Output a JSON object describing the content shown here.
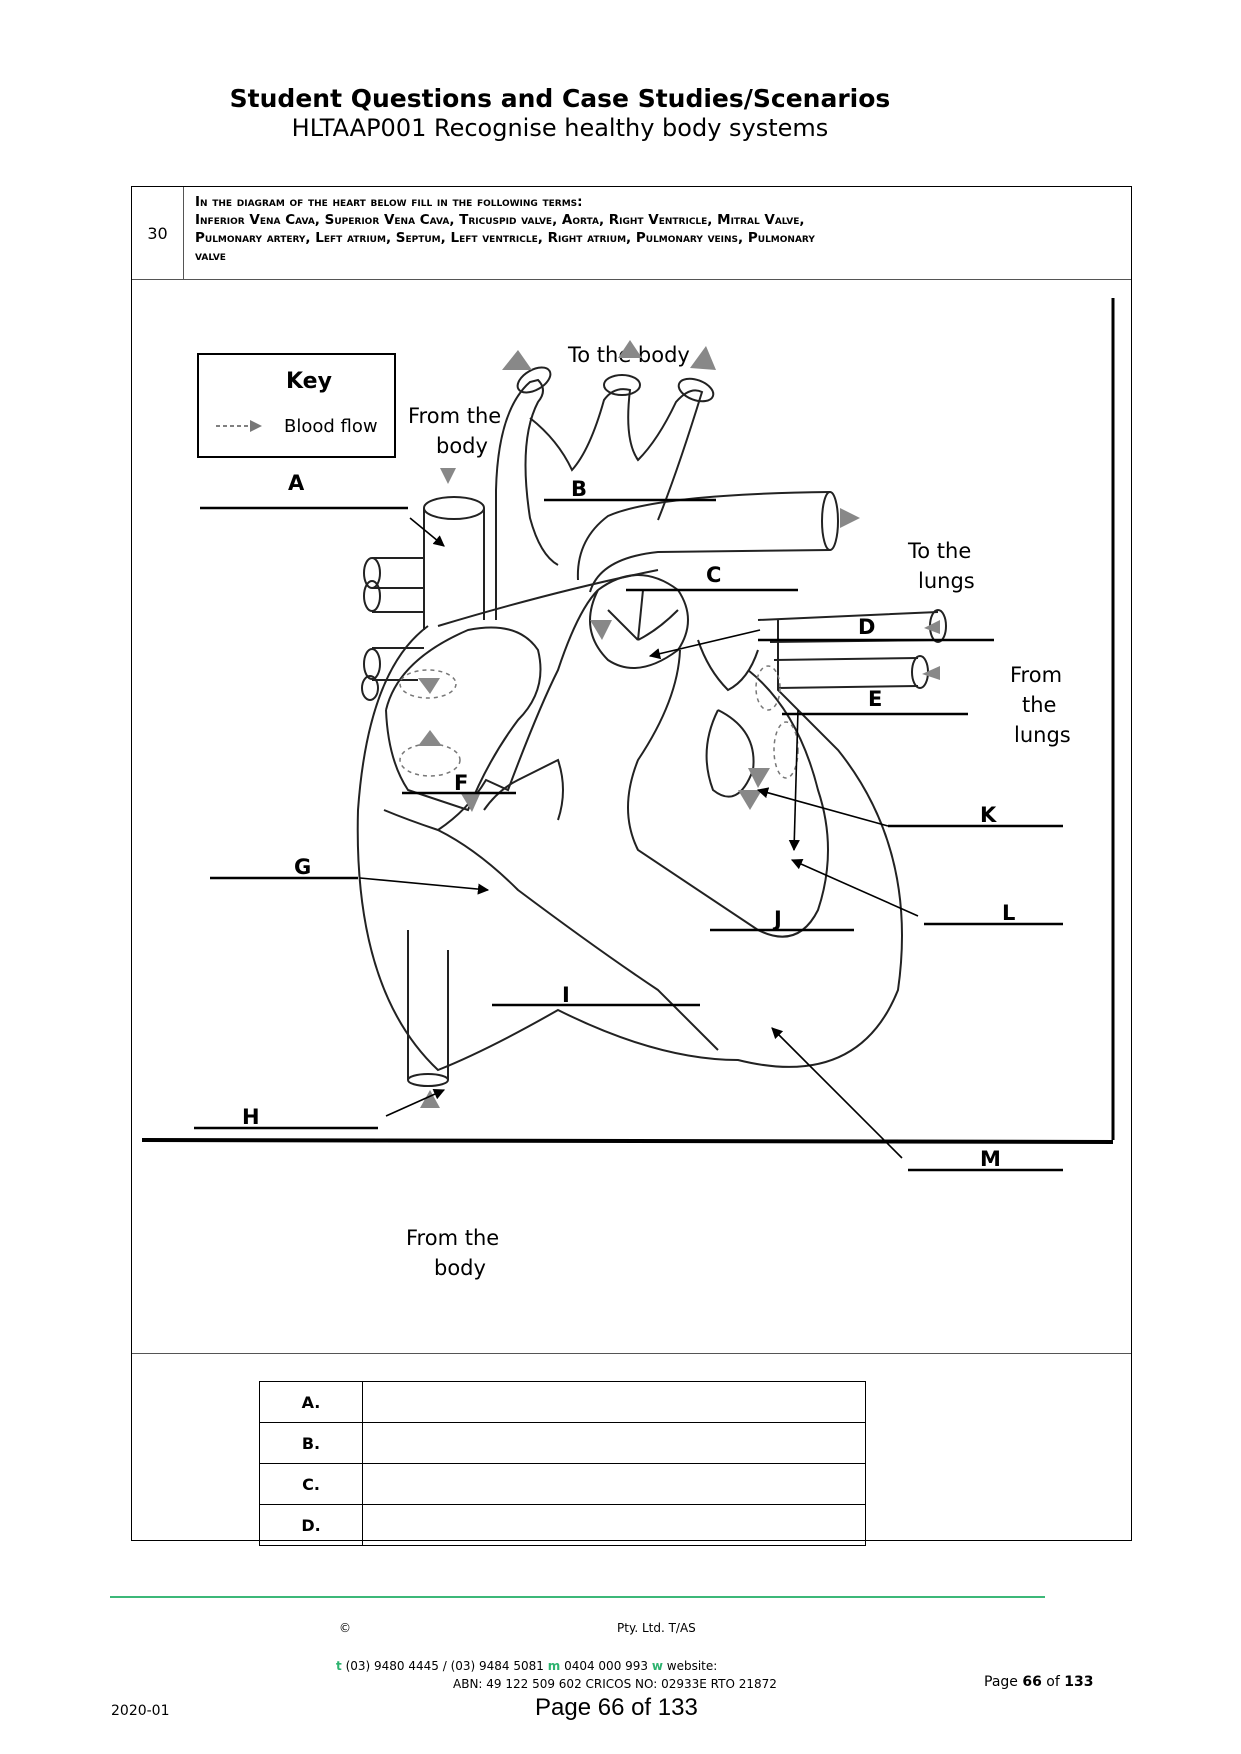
{
  "header": {
    "title": "Student Questions and Case Studies/Scenarios",
    "subtitle": "HLTAAP001 Recognise healthy body systems"
  },
  "question": {
    "number": "30",
    "instruction": "In the diagram of the heart below fill in the following terms:",
    "terms_line1": "Inferior Vena Cava, Superior Vena Cava, Tricuspid valve, Aorta, Right Ventricle, Mitral Valve,",
    "terms_line2": "Pulmonary artery, Left atrium, Septum, Left ventricle, Right atrium, Pulmonary veins, Pulmonary",
    "terms_line3": "valve"
  },
  "diagram": {
    "key_title": "Key",
    "key_item": "Blood flow",
    "to_the_body": "To the body",
    "from_body_top_1": "From the",
    "from_body_top_2": "body",
    "to_lungs_1": "To the",
    "to_lungs_2": "lungs",
    "from_lungs_1": "From",
    "from_lungs_2": "the",
    "from_lungs_3": "lungs",
    "from_body_bottom_1": "From the",
    "from_body_bottom_2": "body",
    "labels": [
      "A",
      "B",
      "C",
      "D",
      "E",
      "F",
      "G",
      "H",
      "I",
      "J",
      "K",
      "L",
      "M"
    ]
  },
  "answers": {
    "rows": [
      {
        "label": "A.",
        "value": ""
      },
      {
        "label": "B.",
        "value": ""
      },
      {
        "label": "C.",
        "value": ""
      },
      {
        "label": "D.",
        "value": ""
      }
    ]
  },
  "footer": {
    "copyright": "©",
    "company": "Pty. Ltd. T/AS",
    "contact_t": "t",
    "contact_phone": " (03) 9480 4445 / (03) 9484 5081 ",
    "contact_m": "m",
    "contact_mobile": " 0404 000 993 ",
    "contact_w": "w",
    "contact_web": " website:",
    "abn": "ABN: 49 122 509 602 CRICOS NO: 02933E RTO 21872",
    "page_word": "Page ",
    "page_num": "66",
    "page_of": " of ",
    "page_total": "133",
    "date": "2020-01",
    "page_center": "Page 66 of 133"
  }
}
